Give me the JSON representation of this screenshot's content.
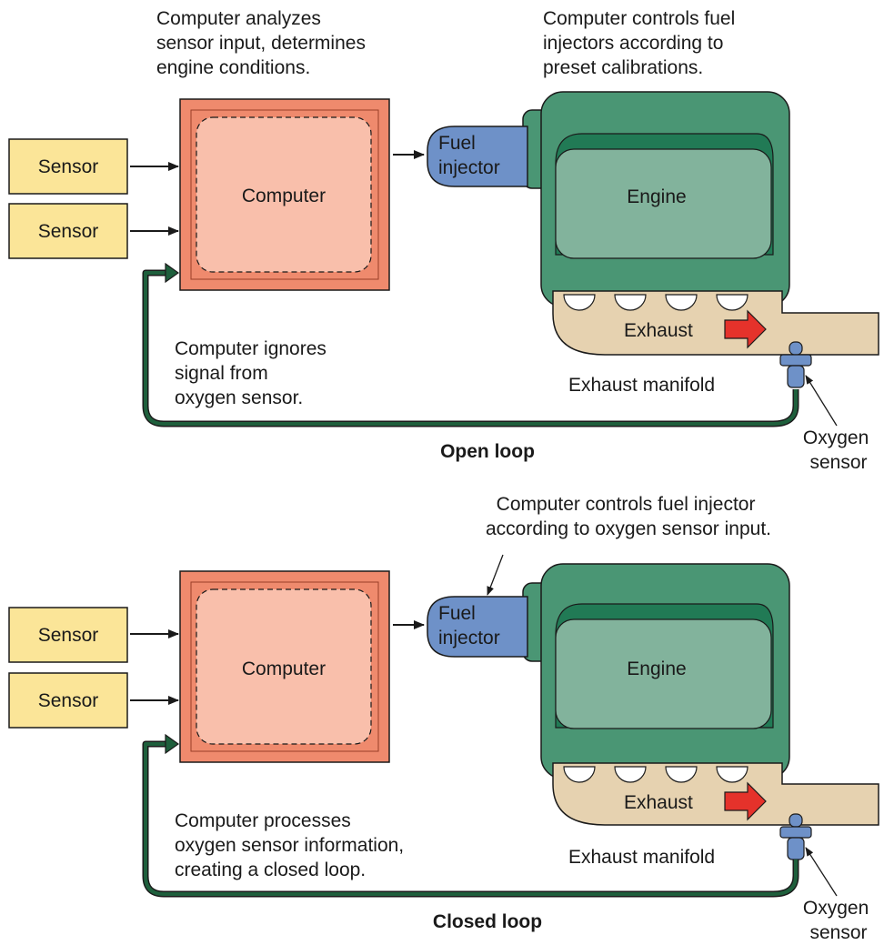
{
  "colors": {
    "sensor_fill": "#fbe598",
    "computer_outer": "#ef8a6d",
    "computer_inner": "#f9bfab",
    "injector": "#6e91c8",
    "engine_outer": "#4a9674",
    "engine_band": "#217a55",
    "engine_inner": "#82b39c",
    "manifold": "#e6d2b0",
    "arrow_red": "#e5322b",
    "loop_line": "#1e5f3c"
  },
  "open_loop": {
    "caption": "Open loop",
    "note_computer": [
      "Computer analyzes",
      "sensor input, determines",
      "engine conditions."
    ],
    "note_injectors": [
      "Computer controls fuel",
      "injectors according to",
      "preset calibrations."
    ],
    "note_feedback": [
      "Computer ignores",
      "signal from",
      "oxygen sensor."
    ],
    "sensors": [
      "Sensor",
      "Sensor"
    ],
    "computer": "Computer",
    "injector": [
      "Fuel",
      "injector"
    ],
    "engine": "Engine",
    "exhaust": "Exhaust",
    "manifold": "Exhaust manifold",
    "oxygen_sensor": [
      "Oxygen",
      "sensor"
    ]
  },
  "closed_loop": {
    "caption": "Closed loop",
    "note_injector": [
      "Computer controls fuel injector",
      "according to oxygen sensor input."
    ],
    "note_feedback": [
      "Computer processes",
      "oxygen sensor information,",
      "creating a closed loop."
    ],
    "sensors": [
      "Sensor",
      "Sensor"
    ],
    "computer": "Computer",
    "injector": [
      "Fuel",
      "injector"
    ],
    "engine": "Engine",
    "exhaust": "Exhaust",
    "manifold": "Exhaust manifold",
    "oxygen_sensor": [
      "Oxygen",
      "sensor"
    ]
  }
}
